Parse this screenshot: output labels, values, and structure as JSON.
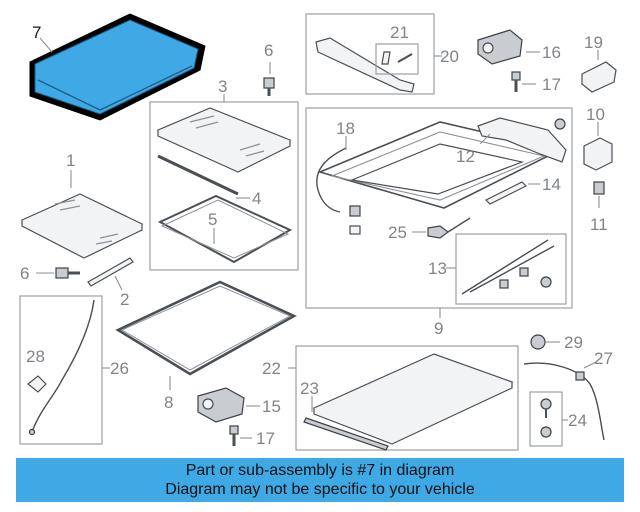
{
  "banner": {
    "line1": "Part or sub-assembly is #7 in diagram",
    "line2": "Diagram may not be specific to your vehicle"
  },
  "highlight_color": "#3fa9e6",
  "highlighted_part": "7",
  "callouts": {
    "c1": "1",
    "c2": "2",
    "c3": "3",
    "c4": "4",
    "c5": "5",
    "c6a": "6",
    "c6b": "6",
    "c7": "7",
    "c8": "8",
    "c9": "9",
    "c10": "10",
    "c11": "11",
    "c12": "12",
    "c13": "13",
    "c14": "14",
    "c15": "15",
    "c16": "16",
    "c17a": "17",
    "c17b": "17",
    "c18": "18",
    "c19": "19",
    "c20": "20",
    "c21": "21",
    "c22": "22",
    "c23": "23",
    "c24": "24",
    "c25": "25",
    "c26": "26",
    "c27": "27",
    "c28": "28",
    "c29": "29"
  }
}
